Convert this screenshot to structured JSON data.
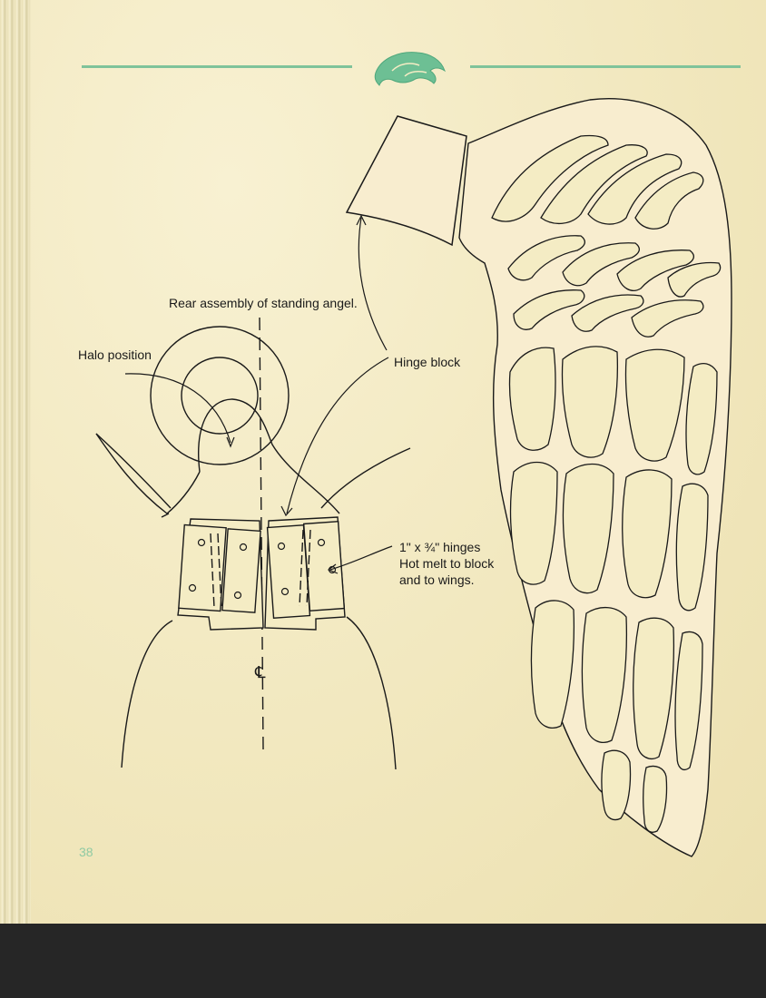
{
  "labels": {
    "title": "Rear assembly of standing angel.",
    "halo_position": "Halo position",
    "hinge_block": "Hinge block",
    "hinges_line1": "1\" x ¾\" hinges",
    "hinges_line2": "Hot melt to block",
    "hinges_line3": "and to wings."
  },
  "centerline_symbol": "℄",
  "page_number": "38",
  "colors": {
    "paper": "#f4ecc4",
    "rule_green": "#7fc39a",
    "ink": "#1a1a1a",
    "wing_fill": "#f8edcf",
    "ornament": "#6dbf94"
  },
  "icons": {
    "ornament": "acanthus-leaf-icon"
  }
}
